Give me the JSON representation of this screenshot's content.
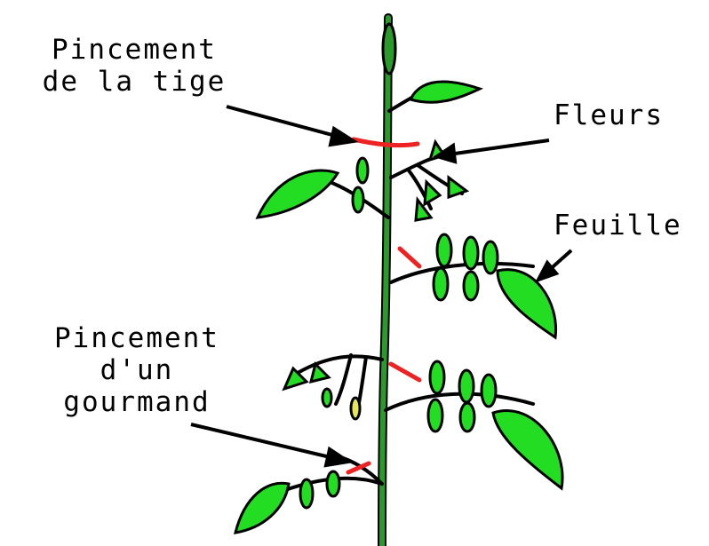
{
  "labels": {
    "pinch_stem": {
      "line1": "Pincement",
      "line2": "de la tige"
    },
    "flowers": "Fleurs",
    "leaf": "Feuille",
    "pinch_sucker": {
      "line1": "Pincement",
      "line2": "d'un",
      "line3": "gourmand"
    }
  },
  "colors": {
    "leaf_fill": "#22dd22",
    "stem": "#2a9a2a",
    "outline": "#000000",
    "cut_mark": "#ee2222",
    "arrow": "#000000"
  }
}
